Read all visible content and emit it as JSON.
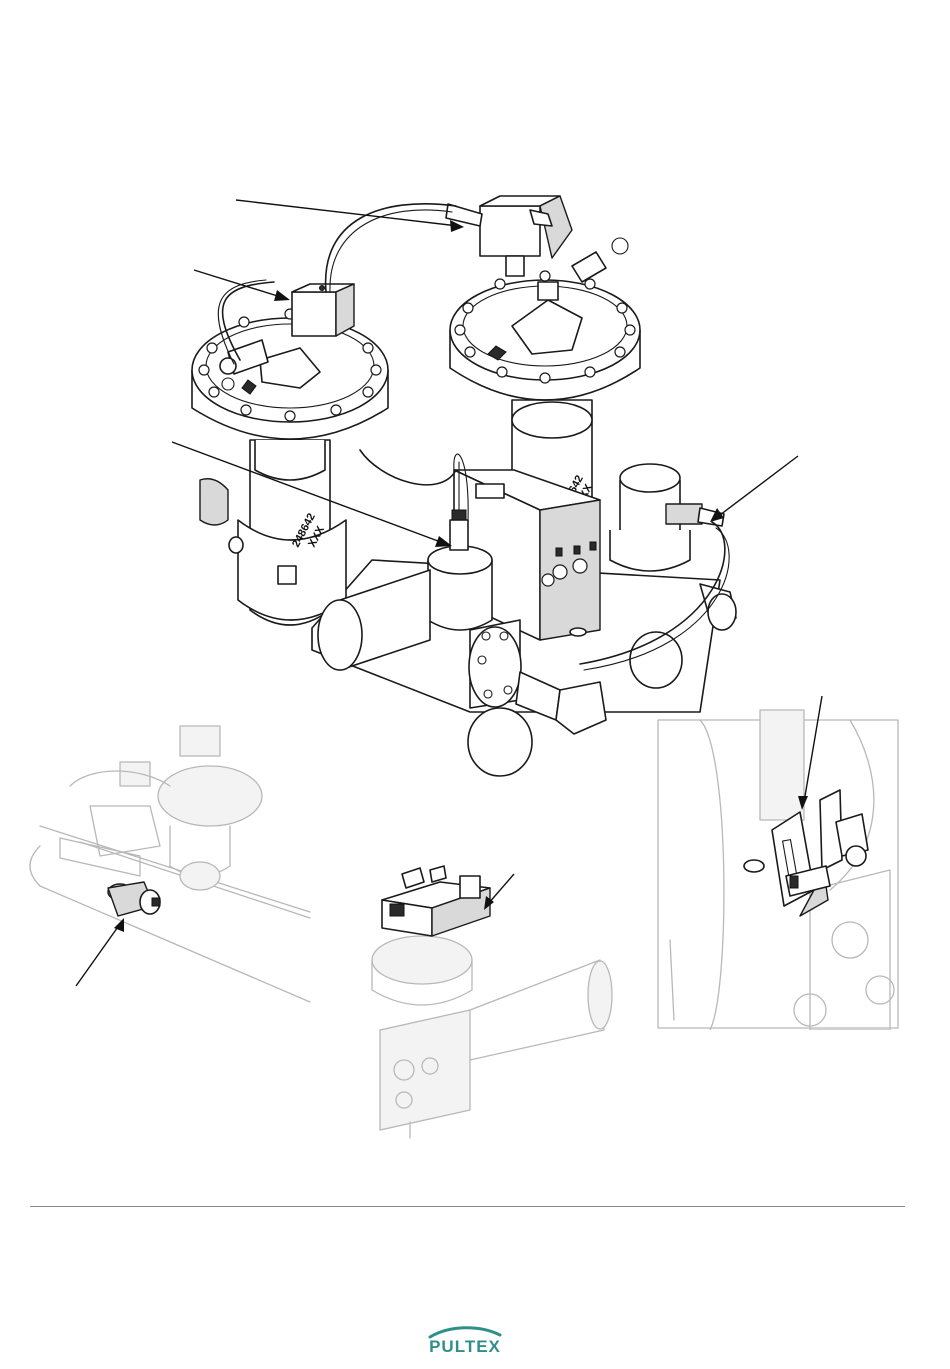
{
  "document": {
    "part_number_stamp": "248642",
    "part_suffix_stamp": "XXX",
    "brand": {
      "logo_text": "PULTEX",
      "accent_color": "#2f8f8a"
    }
  },
  "figures": [
    {
      "name": "main-pump-assembly",
      "callout_count": 4
    },
    {
      "name": "boom-sensor-detail",
      "callout_count": 1
    },
    {
      "name": "valve-head-detail",
      "callout_count": 1
    },
    {
      "name": "bracket-sensor-detail",
      "callout_count": 1
    }
  ],
  "colors": {
    "line": "#1a1a1a",
    "shade": "#d9d9d9",
    "faint": "#b8b8b8",
    "rule": "#8a8a8a"
  }
}
